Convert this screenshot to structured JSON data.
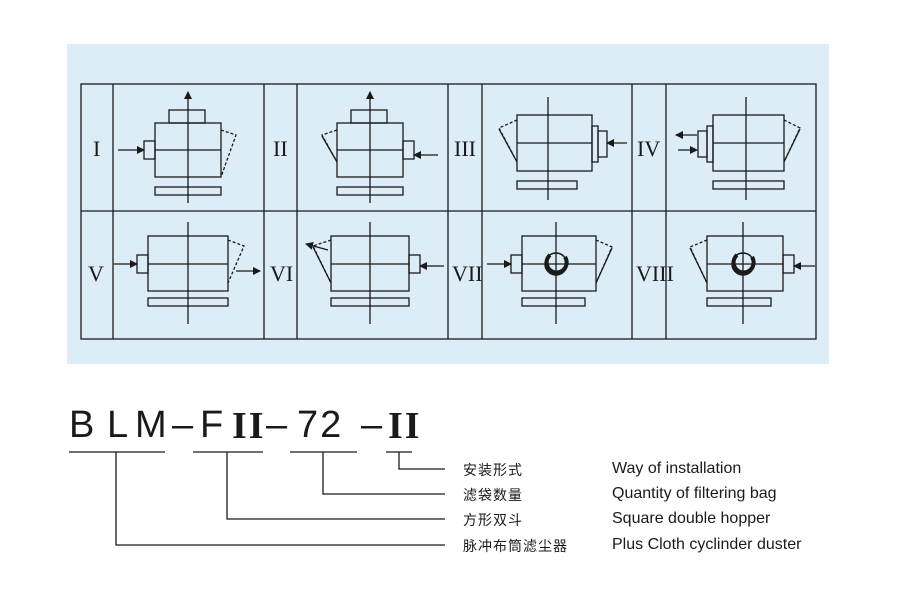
{
  "installation_forms": {
    "labels": [
      "I",
      "II",
      "III",
      "IV",
      "V",
      "VI",
      "VII",
      "VIII"
    ]
  },
  "model_code": {
    "b": "B",
    "l": "L",
    "m": "M",
    "dash1": "–",
    "f": "F",
    "roman1": "II",
    "dash2": "–",
    "num": "72",
    "dash3": "–",
    "roman2": "II"
  },
  "legend": [
    {
      "cn": "安装形式",
      "en": "Way of installation"
    },
    {
      "cn": "滤袋数量",
      "en": "Quantity of filtering bag"
    },
    {
      "cn": "方形双斗",
      "en": "Square double hopper"
    },
    {
      "cn": "脉冲布筒滤尘器",
      "en": "Plus Cloth cyclinder duster"
    }
  ],
  "colors": {
    "panel_bg": "#dcedf7",
    "line": "#1a1a1a"
  }
}
